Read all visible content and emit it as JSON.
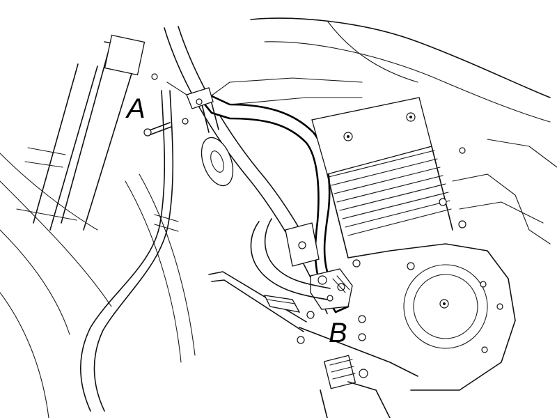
{
  "diagram": {
    "callouts": [
      {
        "id": "A",
        "text": "A"
      },
      {
        "id": "B",
        "text": "B"
      }
    ],
    "colors": {
      "line": "#111111",
      "background": "#ffffff"
    }
  }
}
